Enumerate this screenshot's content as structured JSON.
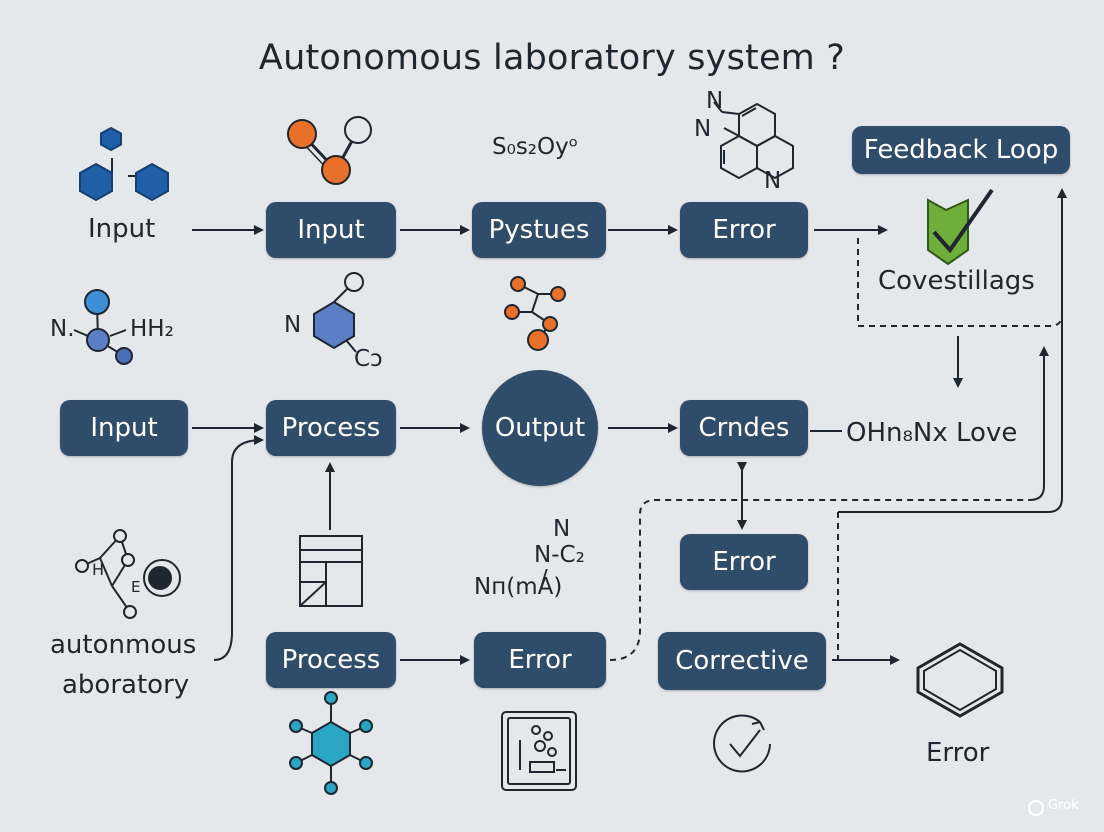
{
  "title": "Autonomous laboratory system ?",
  "nodes": {
    "input_top": "Input",
    "pystues": "Pystues",
    "error_top": "Error",
    "feedback_loop": "Feedback Loop",
    "input_mid": "Input",
    "process_mid": "Process",
    "output": "Output",
    "crndes": "Crndes",
    "error_mid": "Error",
    "process_bot": "Process",
    "error_bot": "Error",
    "corrective": "Corrective"
  },
  "labels": {
    "input_plain": "Input",
    "covestillags": "Covestillags",
    "formula_top": "S₀s₂Oyᵒ",
    "n_label": "N.",
    "hh2_label": "HH₂",
    "n_ring": "N",
    "c_ring": "Cɔ",
    "ohn_love": "OHn₈Nx Love",
    "autonmous": "autonmous",
    "aboratory": "aboratory",
    "chem_n": "N",
    "chem_nc2": "N-C₂",
    "chem_slash": "/",
    "chem_nma": "Nп(mA)",
    "error_hex": "Error",
    "mol_h": "H",
    "mol_e": "E",
    "fused_n1": "N",
    "fused_n2": "N",
    "fused_n3": "N"
  },
  "watermark": "Grok",
  "colors": {
    "box": "#2f4d6b",
    "background": "#e5e8eb",
    "hex_blue": "#1f5fa8",
    "node_orange": "#e8702a",
    "check_green": "#6fae3a",
    "teal": "#2aa6c4"
  },
  "icons": [
    "hexagon-pair-icon",
    "orange-molecule-icon",
    "fused-ring-structure-icon",
    "green-check-icon",
    "blue-molecule-icon",
    "hexagon-ring-icon",
    "orange-branch-molecule-icon",
    "molecule-graph-icon",
    "target-icon",
    "document-icon",
    "teal-hexagon-icon",
    "lab-board-icon",
    "check-circle-icon",
    "benzene-icon"
  ]
}
